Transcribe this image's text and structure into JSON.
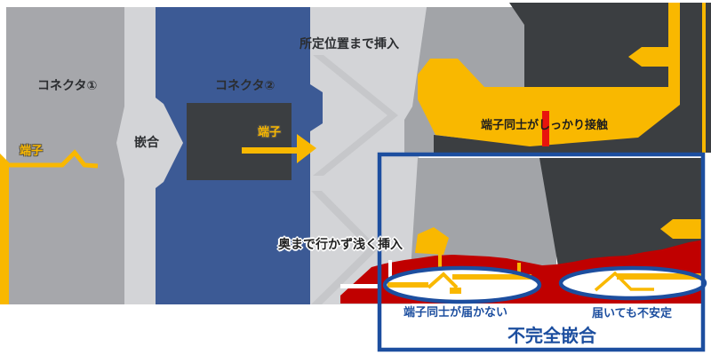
{
  "diagram_title": "connector-mating-diagram",
  "labels": {
    "connector1": "コネクタ①",
    "connector2": "コネクタ②",
    "terminal1": "端子",
    "terminal2": "端子",
    "mating": "嵌合",
    "insert_to_position": "所定位置まで挿入",
    "firm_contact": "端子同士がしっかり接触",
    "shallow_insertion": "奥まで行かず浅く挿入",
    "terminals_dont_reach": "端子同士が届かない",
    "unstable_even_if_reached": "届いても不安定",
    "incomplete_mating": "不完全嵌合"
  },
  "colors": {
    "connector1_gray": "#a6a7ab",
    "band_gray": "#d3d4d7",
    "band_stripe_gray": "#c6c7ca",
    "connector2_blue": "#3c5a95",
    "housing_dark": "#3b3e41",
    "magnified_gray": "#a2a4a8",
    "terminal_yellow": "#f9b800",
    "danger_red": "#c00000",
    "contact_red": "#e8140d",
    "accent_blue": "#1c4e9f"
  }
}
